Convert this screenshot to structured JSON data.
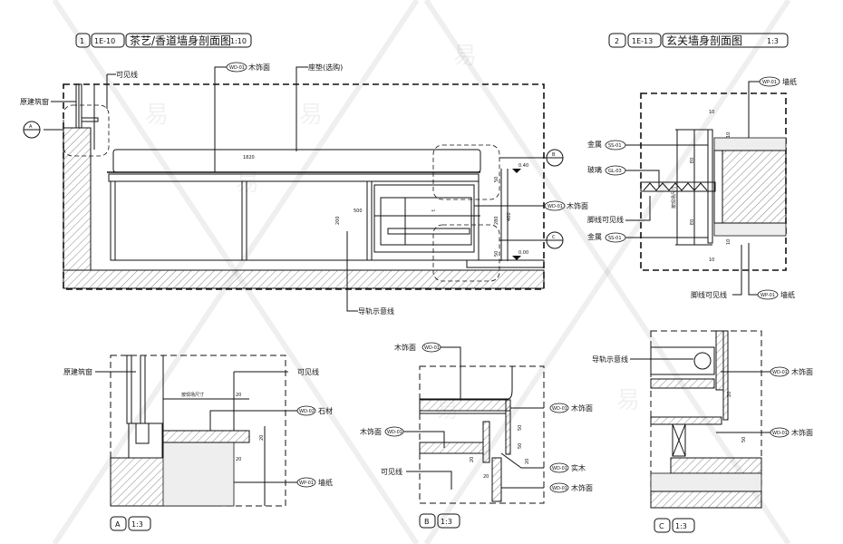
{
  "drawing1": {
    "number": "1",
    "sheet": "1E-10",
    "title": "茶艺/香道墙身剖面图",
    "scale": "1:10",
    "labels": {
      "visible_line": "可见线",
      "original_window": "原建筑窗",
      "wood_finish_code": "WD-01",
      "wood_finish": "木饰面",
      "cushion": "座垫(选购)",
      "rail": "导轨示意线",
      "right_code": "WD-01",
      "right_text": "木饰面"
    },
    "dims": {
      "length": "1820",
      "drawer": "500",
      "d200": "200",
      "d280": "280",
      "d400": "400",
      "d50a": "50",
      "d50b": "50",
      "elev_top": "0.40",
      "elev_floor": "0.00"
    },
    "markers": {
      "a": "A",
      "b": "B",
      "c": "C",
      "dash": "-"
    }
  },
  "drawing2": {
    "number": "2",
    "sheet": "1E-13",
    "title": "玄关墙身剖面图",
    "scale": "1:3",
    "labels": {
      "wallpaper_code": "WP-01",
      "wallpaper": "墙纸",
      "metal_code": "SS-01",
      "metal": "金属",
      "glass_code": "GL-03",
      "glass": "玻璃",
      "skirting_visible": "脚线可见线",
      "metal2_code": "SS-01",
      "metal2": "金属",
      "skirting_visible2": "脚线可见线",
      "wallpaper2_code": "WP-01",
      "wallpaper2": "墙纸",
      "site_dim": "按现场尺寸"
    },
    "dims": {
      "d10a": "10",
      "d10b": "10",
      "d10c": "10",
      "d10d": "10",
      "e0a": "E0",
      "e0b": "E0"
    }
  },
  "detail_a": {
    "id": "A",
    "scale": "1:3",
    "labels": {
      "original_window": "原建筑窗",
      "visible_line": "可见线",
      "stone_code": "WD-02",
      "stone": "石材",
      "wall_code": "WP-01",
      "wall": "墙纸",
      "site_dim": "按现场尺寸"
    },
    "dims": {
      "d20a": "20",
      "d20b": "20",
      "d20c": "20"
    }
  },
  "detail_b": {
    "id": "B",
    "scale": "1:3",
    "labels": {
      "top_text": "木饰面",
      "top_code": "WD-01",
      "r1_code": "WD-01",
      "r1": "木饰面",
      "left_text": "木饰面",
      "left_code": "WD-01",
      "solid_code": "WD-01",
      "solid": "实木",
      "visible_line": "可见线",
      "r3_code": "WD-01",
      "r3": "木饰面"
    },
    "dims": {
      "d50a": "50",
      "d50b": "50",
      "d20a": "20",
      "d20b": "20",
      "d20c": "20"
    }
  },
  "detail_c": {
    "id": "C",
    "scale": "1:3",
    "labels": {
      "rail": "导轨示意线",
      "r1_code": "WD-01",
      "r1": "木饰面",
      "r2_code": "WD-01",
      "r2": "木饰面"
    },
    "dims": {
      "d20": "20",
      "d50": "50"
    }
  },
  "watermark": "易"
}
